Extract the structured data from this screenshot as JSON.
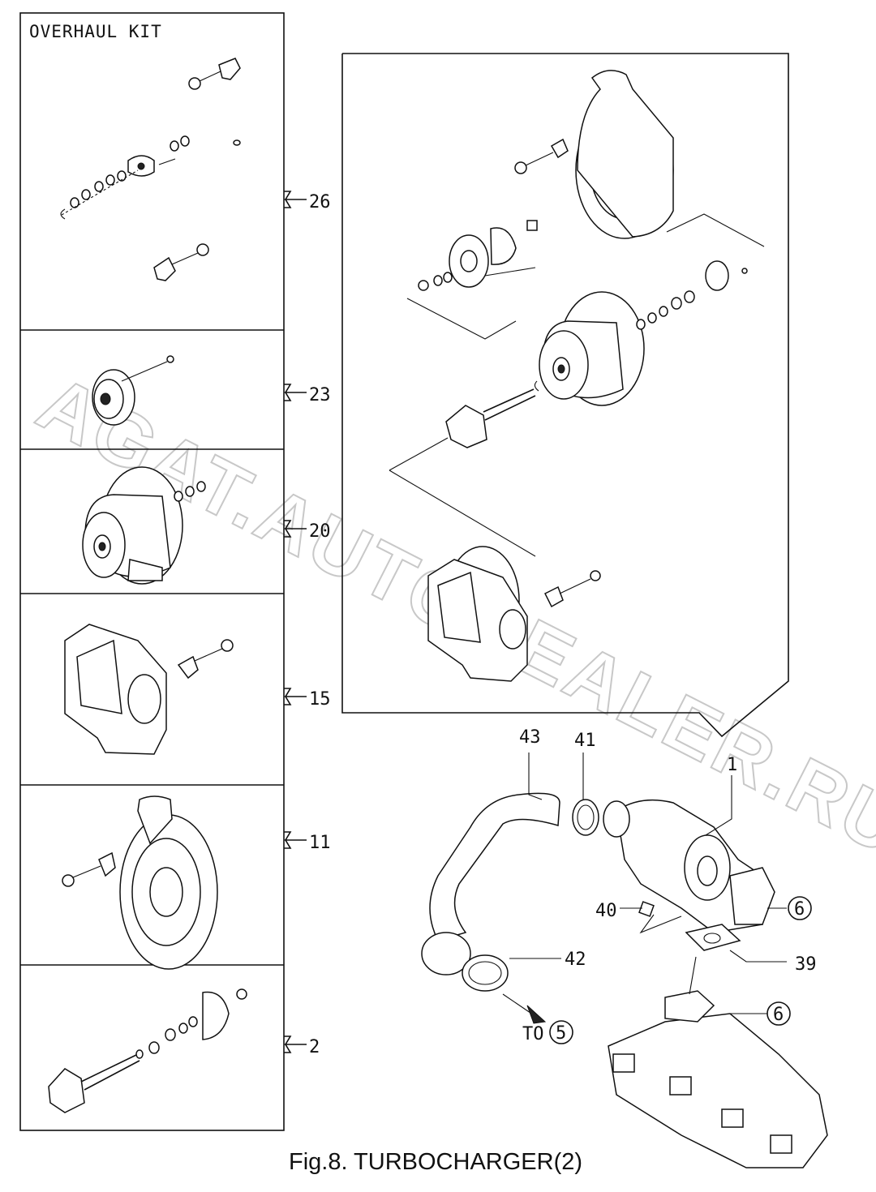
{
  "figure": {
    "title": "Fig.8.  TURBOCHARGER(2)",
    "watermark": "AGAT.AUTODEALER.RU"
  },
  "left_panel": {
    "header": "OVERHAUL KIT",
    "sections": [
      {
        "part_no": "26"
      },
      {
        "part_no": "23"
      },
      {
        "part_no": "20"
      },
      {
        "part_no": "15"
      },
      {
        "part_no": "11"
      },
      {
        "part_no": "2"
      }
    ]
  },
  "callouts": {
    "turbo_assembly": "1",
    "hose": "43",
    "clamp_upper": "41",
    "clamp_lower": "42",
    "nut": "40",
    "gasket": "39",
    "ref_upper": "6",
    "ref_lower": "6",
    "to_prefix": "TO",
    "to_ref": "5"
  }
}
